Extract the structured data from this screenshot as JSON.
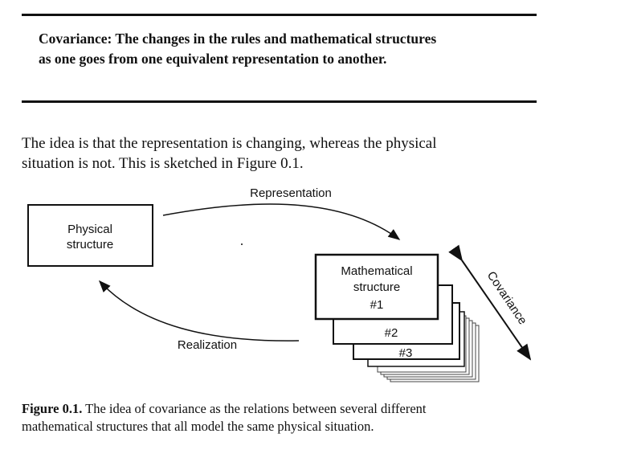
{
  "definition": {
    "line1": "Covariance: The changes in the rules and mathematical structures",
    "line2": "as one goes from one equivalent representation to another."
  },
  "paragraph": {
    "line1": "The idea is that the representation is changing, whereas the physical",
    "line2": "situation is not. This is sketched in Figure 0.1."
  },
  "figure": {
    "representation_label": "Representation",
    "realization_label": "Realization",
    "covariance_label": "Covariance",
    "physical_box": {
      "line1": "Physical",
      "line2": "structure"
    },
    "math_box": {
      "line1": "Mathematical",
      "line2": "structure",
      "line3": "#1"
    },
    "box2_label": "#2",
    "box3_label": "#3"
  },
  "caption": {
    "label": "Figure 0.1.",
    "text1": " The idea of covariance as the relations between several different",
    "line2": "mathematical structures that all model the same physical situation."
  }
}
